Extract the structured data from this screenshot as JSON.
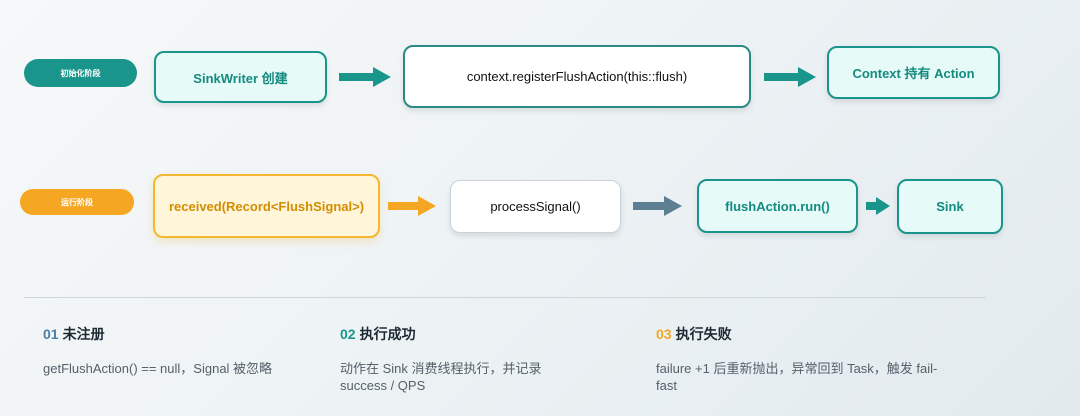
{
  "phases": {
    "init_label": "初始化阶段",
    "run_label": "运行阶段"
  },
  "init_row": {
    "box1": "SinkWriter 创建",
    "box2": "context.registerFlushAction(this::flush)",
    "box3": "Context 持有 Action"
  },
  "run_row": {
    "box1": "received(Record<FlushSignal>)",
    "box2": "processSignal()",
    "box3": "flushAction.run()",
    "box4": "Sink"
  },
  "notes": [
    {
      "num": "01",
      "title": "未注册",
      "body": "getFlushAction() == null，Signal 被忽略"
    },
    {
      "num": "02",
      "title": "执行成功",
      "body": "动作在 Sink 消费线程执行，并记录 success / QPS"
    },
    {
      "num": "03",
      "title": "执行失败",
      "body": "failure +1 后重新抛出，异常回到 Task，触发 fail-fast"
    }
  ],
  "colors": {
    "teal": "#1a958b",
    "orange": "#f5a623",
    "slate": "#5e7f92",
    "blue": "#4a7fa8"
  },
  "icons": {
    "arrows": "right-arrow-icon"
  }
}
